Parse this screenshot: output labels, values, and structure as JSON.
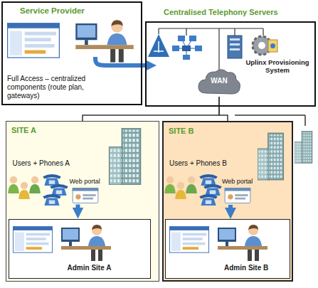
{
  "diagram": {
    "nodes": [
      {
        "text": [
          "Service Provider",
          "Full Access – centralized components (route plan, gateways)"
        ]
      },
      {
        "text": [
          "Centralised Telephony Servers"
        ]
      },
      {
        "text": [
          "Uplinx Provisioning System"
        ],
        "in": 1
      },
      {
        "text": [
          "WAN"
        ],
        "in": 1
      },
      {
        "text": [
          "SITE A"
        ]
      },
      {
        "text": [
          "Users + Phones A"
        ],
        "in": 4
      },
      {
        "text": [
          "Web portal"
        ],
        "in": 4
      },
      {
        "text": [
          "Admin Site A"
        ],
        "in": 4
      },
      {
        "text": [
          "SITE B"
        ]
      },
      {
        "text": [
          "Users + Phones B"
        ],
        "in": 8
      },
      {
        "text": [
          "Web portal"
        ],
        "in": 8
      },
      {
        "text": [
          "Admin Site B"
        ],
        "in": 8
      }
    ],
    "edges": [
      {
        "from": 0,
        "to": 1,
        "arrow": "to"
      },
      {
        "from": 3,
        "to": 4,
        "arrow": "none"
      },
      {
        "from": 3,
        "to": 8,
        "arrow": "none"
      },
      {
        "from": 6,
        "to": 7,
        "arrow": "to"
      },
      {
        "from": 10,
        "to": 11,
        "arrow": "to"
      }
    ]
  }
}
